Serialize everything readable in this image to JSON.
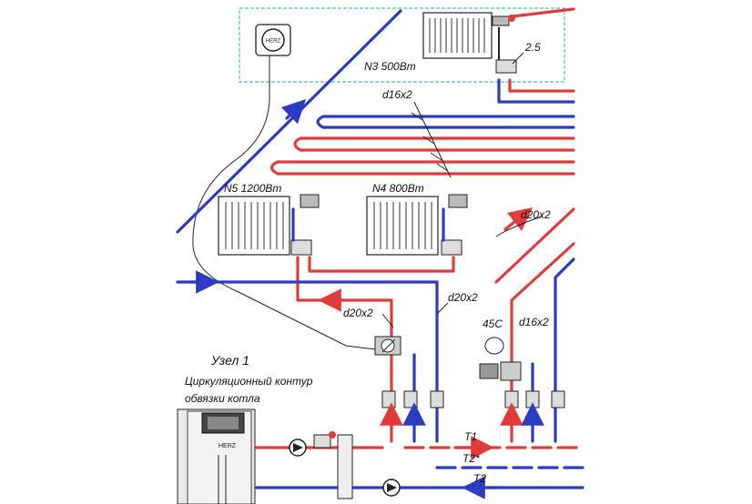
{
  "colors": {
    "supply": "#e23b3b",
    "return": "#2b3cc0",
    "room_box": "#5bb7d6",
    "line": "#222222"
  },
  "thermostat": {
    "brand": "HERZ"
  },
  "boiler": {
    "brand": "HERZ"
  },
  "radiators": [
    {
      "id": "N3",
      "label": "N3  500Вт",
      "valve_setting": "2.5"
    },
    {
      "id": "N5",
      "label": "N5  1200Вт"
    },
    {
      "id": "N4",
      "label": "N4  800Вт"
    }
  ],
  "pipe_labels": {
    "floor_heating": "d16x2",
    "main_right": "d20x2",
    "branch_left": "d20x2",
    "branch_mid": "d20x2",
    "mixer_line": "d16x2",
    "temp_setting": "45C"
  },
  "node": {
    "title": "Узел  1",
    "subtitle_line1": "Циркуляционный  контур",
    "subtitle_line2": "обвязки  котла"
  },
  "lines": {
    "t1": "T1",
    "t2_star": "T2*",
    "t2": "T2"
  }
}
